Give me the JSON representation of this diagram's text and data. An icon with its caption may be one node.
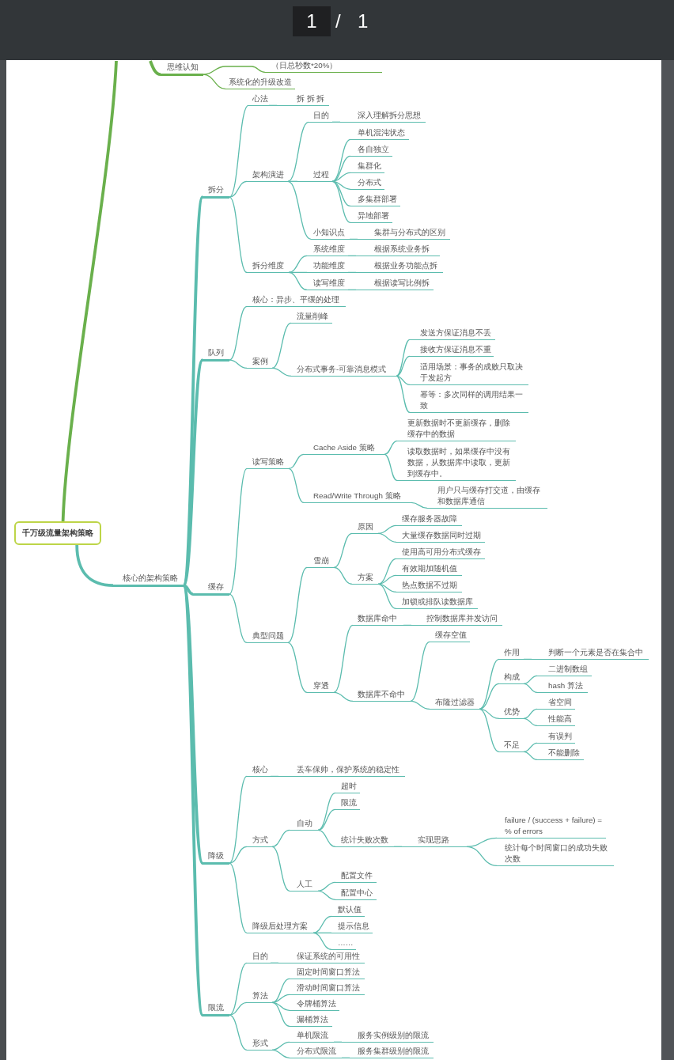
{
  "diagram": {
    "nodes": [
      {
        "text": [
          "千万级流量架构策略"
        ]
      },
      {
        "text": [
          "思维认知"
        ]
      },
      {
        "text": [
          "（日总秒数*20%）"
        ]
      },
      {
        "text": [
          "系统化的升级改造"
        ]
      },
      {
        "text": [
          "核心的架构策略"
        ]
      },
      {
        "text": [
          "拆分"
        ]
      },
      {
        "text": [
          "队列"
        ]
      },
      {
        "text": [
          "缓存"
        ]
      },
      {
        "text": [
          "降级"
        ]
      },
      {
        "text": [
          "限流"
        ]
      },
      {
        "text": [
          "心法"
        ]
      },
      {
        "text": [
          "拆 拆 拆"
        ]
      },
      {
        "text": [
          "架构演进"
        ]
      },
      {
        "text": [
          "目的"
        ]
      },
      {
        "text": [
          "深入理解拆分思想"
        ]
      },
      {
        "text": [
          "过程"
        ]
      },
      {
        "text": [
          "单机混沌状态"
        ]
      },
      {
        "text": [
          "各自独立"
        ]
      },
      {
        "text": [
          "集群化"
        ]
      },
      {
        "text": [
          "分布式"
        ]
      },
      {
        "text": [
          "多集群部署"
        ]
      },
      {
        "text": [
          "异地部署"
        ]
      },
      {
        "text": [
          "小知识点"
        ]
      },
      {
        "text": [
          "集群与分布式的区别"
        ]
      },
      {
        "text": [
          "拆分维度"
        ]
      },
      {
        "text": [
          "系统维度"
        ]
      },
      {
        "text": [
          "根据系统业务拆"
        ]
      },
      {
        "text": [
          "功能维度"
        ]
      },
      {
        "text": [
          "根据业务功能点拆"
        ]
      },
      {
        "text": [
          "读写维度"
        ]
      },
      {
        "text": [
          "根据读写比例拆"
        ]
      },
      {
        "text": [
          "核心：异步、平缓的处理"
        ]
      },
      {
        "text": [
          "案例"
        ]
      },
      {
        "text": [
          "流量削峰"
        ]
      },
      {
        "text": [
          "分布式事务-可靠消息模式"
        ]
      },
      {
        "text": [
          "发送方保证消息不丢"
        ]
      },
      {
        "text": [
          "接收方保证消息不重"
        ]
      },
      {
        "text": [
          "适用场景：事务的成败只取决于发起方"
        ]
      },
      {
        "text": [
          "幂等：多次同样的调用结果一致"
        ]
      },
      {
        "text": [
          "读写策略"
        ]
      },
      {
        "text": [
          "Cache Aside 策略"
        ]
      },
      {
        "text": [
          "更新数据时不更新缓存，删除缓存中的数据"
        ]
      },
      {
        "text": [
          "读取数据时，如果缓存中没有数据，从数据库中读取，更新到缓存中。"
        ]
      },
      {
        "text": [
          "Read/Write Through 策略"
        ]
      },
      {
        "text": [
          "用户只与缓存打交道，由缓存和数据库通信"
        ]
      },
      {
        "text": [
          "典型问题"
        ]
      },
      {
        "text": [
          "雪崩"
        ]
      },
      {
        "text": [
          "原因"
        ]
      },
      {
        "text": [
          "缓存服务器故障"
        ]
      },
      {
        "text": [
          "大量缓存数据同时过期"
        ]
      },
      {
        "text": [
          "方案"
        ]
      },
      {
        "text": [
          "使用高可用分布式缓存"
        ]
      },
      {
        "text": [
          "有效期加随机值"
        ]
      },
      {
        "text": [
          "热点数据不过期"
        ]
      },
      {
        "text": [
          "加锁或排队读数据库"
        ]
      },
      {
        "text": [
          "穿透"
        ]
      },
      {
        "text": [
          "数据库命中"
        ]
      },
      {
        "text": [
          "控制数据库并发访问"
        ]
      },
      {
        "text": [
          "数据库不命中"
        ]
      },
      {
        "text": [
          "缓存空值"
        ]
      },
      {
        "text": [
          "布隆过滤器"
        ]
      },
      {
        "text": [
          "作用"
        ]
      },
      {
        "text": [
          "判断一个元素是否在集合中"
        ]
      },
      {
        "text": [
          "构成"
        ]
      },
      {
        "text": [
          "二进制数组"
        ]
      },
      {
        "text": [
          "hash 算法"
        ]
      },
      {
        "text": [
          "优势"
        ]
      },
      {
        "text": [
          "省空间"
        ]
      },
      {
        "text": [
          "性能高"
        ]
      },
      {
        "text": [
          "不足"
        ]
      },
      {
        "text": [
          "有误判"
        ]
      },
      {
        "text": [
          "不能删除"
        ]
      },
      {
        "text": [
          "核心"
        ]
      },
      {
        "text": [
          "丢车保帅，保护系统的稳定性"
        ]
      },
      {
        "text": [
          "方式"
        ]
      },
      {
        "text": [
          "自动"
        ]
      },
      {
        "text": [
          "超时"
        ]
      },
      {
        "text": [
          "限流"
        ]
      },
      {
        "text": [
          "统计失败次数"
        ]
      },
      {
        "text": [
          "实现思路"
        ]
      },
      {
        "text": [
          "failure / (success + failure) = % of errors"
        ]
      },
      {
        "text": [
          "统计每个时间窗口的成功失败次数"
        ]
      },
      {
        "text": [
          "人工"
        ]
      },
      {
        "text": [
          "配置文件"
        ]
      },
      {
        "text": [
          "配置中心"
        ]
      },
      {
        "text": [
          "降级后处理方案"
        ]
      },
      {
        "text": [
          "默认值"
        ]
      },
      {
        "text": [
          "提示信息"
        ]
      },
      {
        "text": [
          "……"
        ]
      },
      {
        "text": [
          "目的"
        ]
      },
      {
        "text": [
          "保证系统的可用性"
        ]
      },
      {
        "text": [
          "算法"
        ]
      },
      {
        "text": [
          "固定时间窗口算法"
        ]
      },
      {
        "text": [
          "滑动时间窗口算法"
        ]
      },
      {
        "text": [
          "令牌桶算法"
        ]
      },
      {
        "text": [
          "漏桶算法"
        ]
      },
      {
        "text": [
          "形式"
        ]
      },
      {
        "text": [
          "单机限流"
        ]
      },
      {
        "text": [
          "服务实例级别的限流"
        ]
      },
      {
        "text": [
          "分布式限流"
        ]
      },
      {
        "text": [
          "服务集群级别的限流"
        ]
      }
    ],
    "edges": [
      {
        "from": 0,
        "to": null,
        "arrow": "none",
        "style": "thick",
        "color": "#6ab04c"
      },
      {
        "from": null,
        "to": 1,
        "arrow": "none",
        "style": "thick",
        "color": "#6ab04c"
      },
      {
        "from": 1,
        "to": 2,
        "arrow": "none",
        "color": "#6ab04c"
      },
      {
        "from": 1,
        "to": 3,
        "arrow": "none",
        "color": "#6ab04c"
      },
      {
        "from": 0,
        "to": 4,
        "arrow": "none",
        "style": "thick"
      },
      {
        "from": 4,
        "to": 5,
        "arrow": "none",
        "style": "thick"
      },
      {
        "from": 4,
        "to": 6,
        "arrow": "none",
        "style": "thick"
      },
      {
        "from": 4,
        "to": 7,
        "arrow": "none",
        "style": "thick"
      },
      {
        "from": 4,
        "to": 8,
        "arrow": "none",
        "style": "thick"
      },
      {
        "from": 4,
        "to": 9,
        "arrow": "none",
        "style": "thick"
      },
      {
        "from": 5,
        "to": 10,
        "arrow": "none"
      },
      {
        "from": 10,
        "to": 11,
        "arrow": "none"
      },
      {
        "from": 5,
        "to": 12,
        "arrow": "none"
      },
      {
        "from": 12,
        "to": 13,
        "arrow": "none"
      },
      {
        "from": 13,
        "to": 14,
        "arrow": "none"
      },
      {
        "from": 12,
        "to": 15,
        "arrow": "none"
      },
      {
        "from": 15,
        "to": 16,
        "arrow": "none"
      },
      {
        "from": 15,
        "to": 17,
        "arrow": "none"
      },
      {
        "from": 15,
        "to": 18,
        "arrow": "none"
      },
      {
        "from": 15,
        "to": 19,
        "arrow": "none"
      },
      {
        "from": 15,
        "to": 20,
        "arrow": "none"
      },
      {
        "from": 15,
        "to": 21,
        "arrow": "none"
      },
      {
        "from": 12,
        "to": 22,
        "arrow": "none"
      },
      {
        "from": 22,
        "to": 23,
        "arrow": "none"
      },
      {
        "from": 5,
        "to": 24,
        "arrow": "none"
      },
      {
        "from": 24,
        "to": 25,
        "arrow": "none"
      },
      {
        "from": 25,
        "to": 26,
        "arrow": "none"
      },
      {
        "from": 24,
        "to": 27,
        "arrow": "none"
      },
      {
        "from": 27,
        "to": 28,
        "arrow": "none"
      },
      {
        "from": 24,
        "to": 29,
        "arrow": "none"
      },
      {
        "from": 29,
        "to": 30,
        "arrow": "none"
      },
      {
        "from": 6,
        "to": 31,
        "arrow": "none"
      },
      {
        "from": 6,
        "to": 32,
        "arrow": "none"
      },
      {
        "from": 32,
        "to": 33,
        "arrow": "none"
      },
      {
        "from": 32,
        "to": 34,
        "arrow": "none"
      },
      {
        "from": 34,
        "to": 35,
        "arrow": "none"
      },
      {
        "from": 34,
        "to": 36,
        "arrow": "none"
      },
      {
        "from": 34,
        "to": 37,
        "arrow": "none"
      },
      {
        "from": 34,
        "to": 38,
        "arrow": "none"
      },
      {
        "from": 7,
        "to": 39,
        "arrow": "none"
      },
      {
        "from": 39,
        "to": 40,
        "arrow": "none"
      },
      {
        "from": 40,
        "to": 41,
        "arrow": "none"
      },
      {
        "from": 40,
        "to": 42,
        "arrow": "none"
      },
      {
        "from": 39,
        "to": 43,
        "arrow": "none"
      },
      {
        "from": 43,
        "to": 44,
        "arrow": "none"
      },
      {
        "from": 7,
        "to": 45,
        "arrow": "none"
      },
      {
        "from": 45,
        "to": 46,
        "arrow": "none"
      },
      {
        "from": 46,
        "to": 47,
        "arrow": "none"
      },
      {
        "from": 47,
        "to": 48,
        "arrow": "none"
      },
      {
        "from": 47,
        "to": 49,
        "arrow": "none"
      },
      {
        "from": 46,
        "to": 50,
        "arrow": "none"
      },
      {
        "from": 50,
        "to": 51,
        "arrow": "none"
      },
      {
        "from": 50,
        "to": 52,
        "arrow": "none"
      },
      {
        "from": 50,
        "to": 53,
        "arrow": "none"
      },
      {
        "from": 50,
        "to": 54,
        "arrow": "none"
      },
      {
        "from": 45,
        "to": 55,
        "arrow": "none"
      },
      {
        "from": 55,
        "to": 56,
        "arrow": "none"
      },
      {
        "from": 56,
        "to": 57,
        "arrow": "none"
      },
      {
        "from": 55,
        "to": 58,
        "arrow": "none"
      },
      {
        "from": 58,
        "to": 59,
        "arrow": "none"
      },
      {
        "from": 58,
        "to": 60,
        "arrow": "none"
      },
      {
        "from": 60,
        "to": 61,
        "arrow": "none"
      },
      {
        "from": 61,
        "to": 62,
        "arrow": "none"
      },
      {
        "from": 60,
        "to": 63,
        "arrow": "none"
      },
      {
        "from": 63,
        "to": 64,
        "arrow": "none"
      },
      {
        "from": 63,
        "to": 65,
        "arrow": "none"
      },
      {
        "from": 60,
        "to": 66,
        "arrow": "none"
      },
      {
        "from": 66,
        "to": 67,
        "arrow": "none"
      },
      {
        "from": 66,
        "to": 68,
        "arrow": "none"
      },
      {
        "from": 60,
        "to": 69,
        "arrow": "none"
      },
      {
        "from": 69,
        "to": 70,
        "arrow": "none"
      },
      {
        "from": 69,
        "to": 71,
        "arrow": "none"
      },
      {
        "from": 8,
        "to": 72,
        "arrow": "none"
      },
      {
        "from": 72,
        "to": 73,
        "arrow": "none"
      },
      {
        "from": 8,
        "to": 74,
        "arrow": "none"
      },
      {
        "from": 74,
        "to": 75,
        "arrow": "none"
      },
      {
        "from": 75,
        "to": 76,
        "arrow": "none"
      },
      {
        "from": 75,
        "to": 77,
        "arrow": "none"
      },
      {
        "from": 75,
        "to": 78,
        "arrow": "none"
      },
      {
        "from": 78,
        "to": 79,
        "arrow": "none"
      },
      {
        "from": 79,
        "to": 80,
        "arrow": "none"
      },
      {
        "from": 79,
        "to": 81,
        "arrow": "none"
      },
      {
        "from": 74,
        "to": 82,
        "arrow": "none"
      },
      {
        "from": 82,
        "to": 83,
        "arrow": "none"
      },
      {
        "from": 82,
        "to": 84,
        "arrow": "none"
      },
      {
        "from": 8,
        "to": 85,
        "arrow": "none"
      },
      {
        "from": 85,
        "to": 86,
        "arrow": "none"
      },
      {
        "from": 85,
        "to": 87,
        "arrow": "none"
      },
      {
        "from": 85,
        "to": 88,
        "arrow": "none"
      },
      {
        "from": 9,
        "to": 89,
        "arrow": "none"
      },
      {
        "from": 89,
        "to": 90,
        "arrow": "none"
      },
      {
        "from": 9,
        "to": 91,
        "arrow": "none"
      },
      {
        "from": 91,
        "to": 92,
        "arrow": "none"
      },
      {
        "from": 91,
        "to": 93,
        "arrow": "none"
      },
      {
        "from": 91,
        "to": 94,
        "arrow": "none"
      },
      {
        "from": 91,
        "to": 95,
        "arrow": "none"
      },
      {
        "from": 9,
        "to": 96,
        "arrow": "none"
      },
      {
        "from": 96,
        "to": 97,
        "arrow": "none"
      },
      {
        "from": 97,
        "to": 98,
        "arrow": "none"
      },
      {
        "from": 96,
        "to": 99,
        "arrow": "none"
      },
      {
        "from": 99,
        "to": 100,
        "arrow": "none"
      }
    ],
    "labels": [
      "1",
      "/",
      "1"
    ]
  }
}
